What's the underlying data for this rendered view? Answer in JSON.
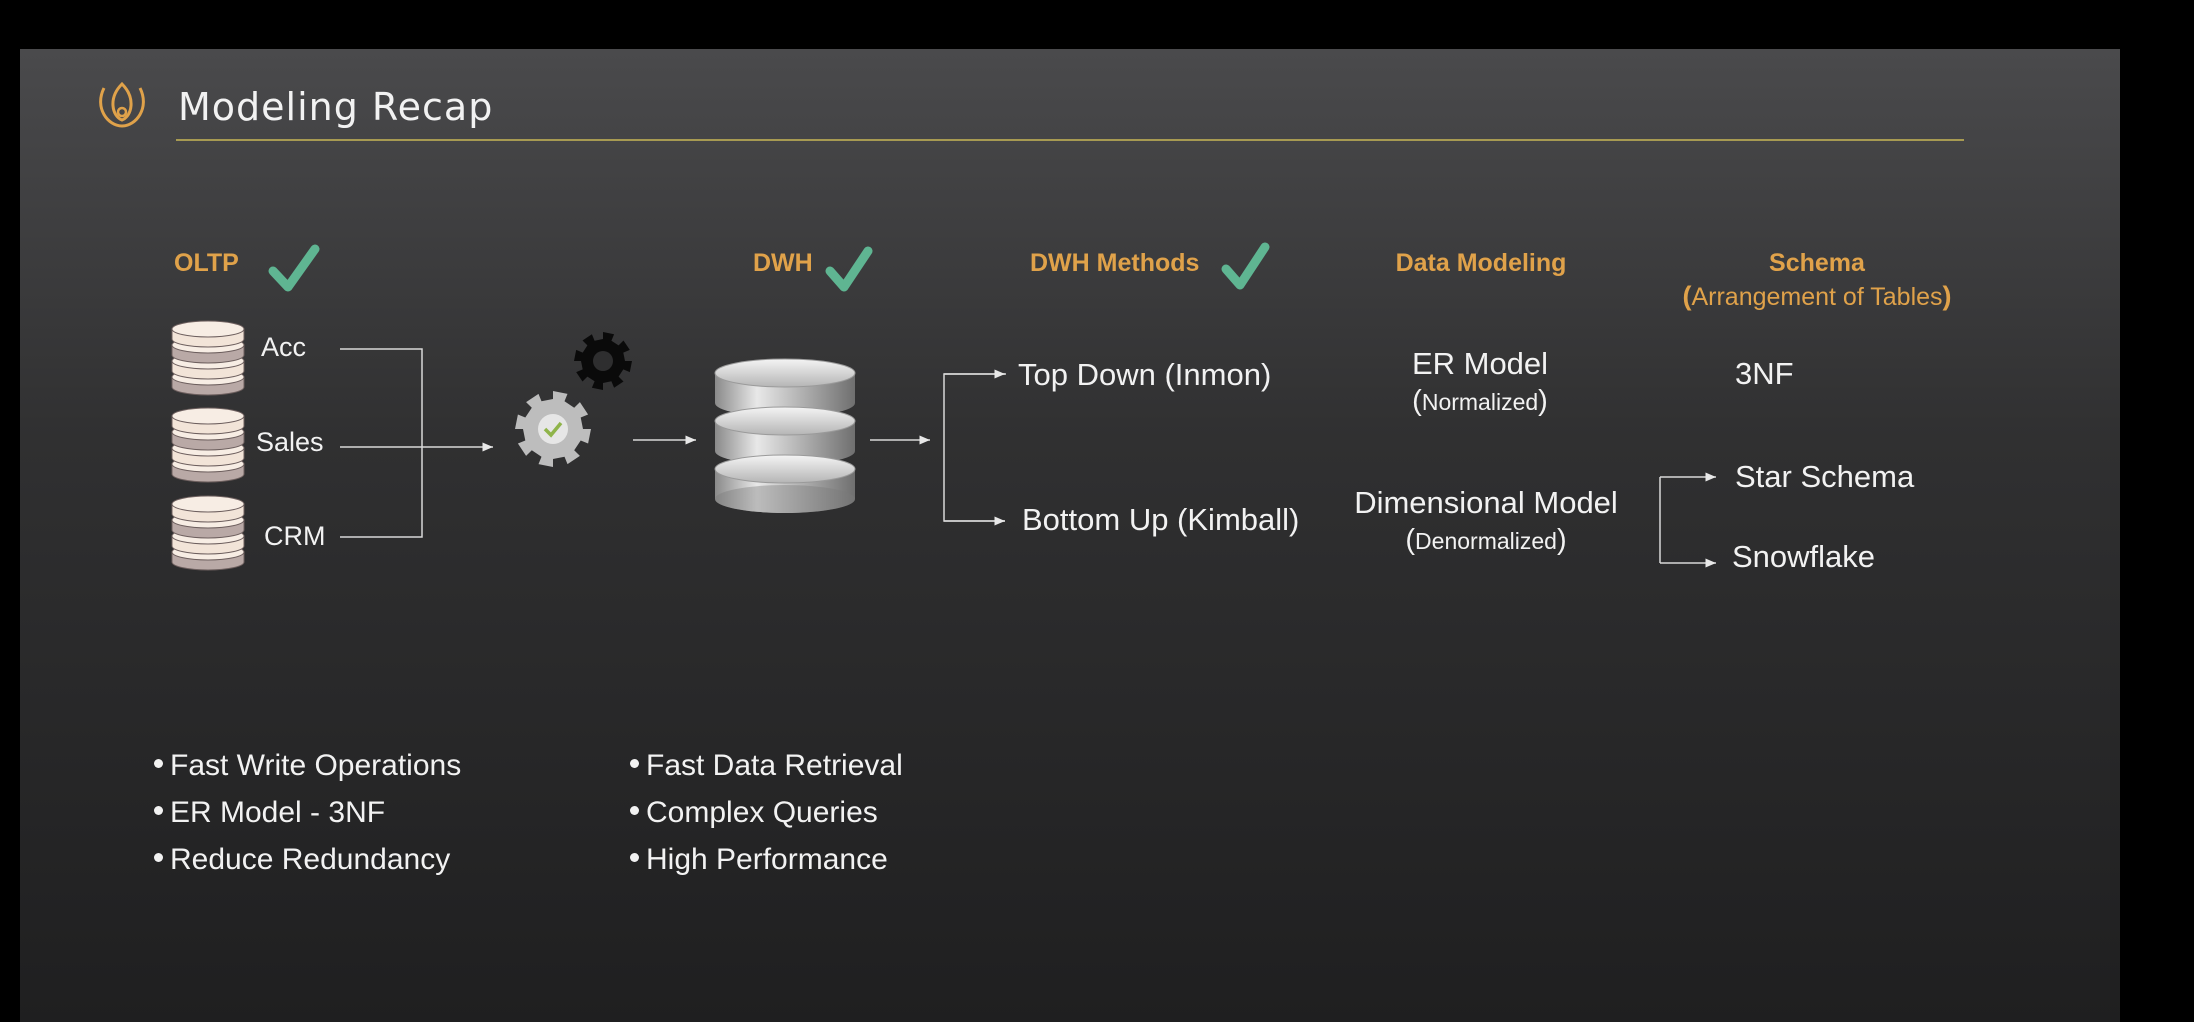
{
  "title": "Modeling Recap",
  "headers": {
    "oltp": "OLTP",
    "dwh": "DWH",
    "dwh_methods": "DWH Methods",
    "data_modeling": "Data Modeling",
    "schema": "Schema",
    "schema_sub": "Arrangement of Tables"
  },
  "sources": [
    "Acc",
    "Sales",
    "CRM"
  ],
  "methods": {
    "top_down": "Top Down (Inmon)",
    "bottom_up": "Bottom Up (Kimball)"
  },
  "models": {
    "er": "ER Model",
    "er_sub": "Normalized",
    "dim": "Dimensional Model",
    "dim_sub": "Denormalized"
  },
  "schemas": {
    "nf3": "3NF",
    "star": "Star Schema",
    "snowflake": "Snowflake"
  },
  "bullets_left": [
    "Fast Write Operations",
    "ER Model - 3NF",
    "Reduce Redundancy"
  ],
  "bullets_right": [
    "Fast Data Retrieval",
    "Complex Queries",
    "High Performance"
  ],
  "colors": {
    "accent": "#e0a24a",
    "check": "#5fb592",
    "title_rule": "#a79a52",
    "text": "#f2f2f2"
  },
  "icons": [
    "logo-icon",
    "checkmark-icon",
    "database-stack-icon",
    "gear-icon",
    "dwh-database-icon",
    "arrow-icon"
  ]
}
